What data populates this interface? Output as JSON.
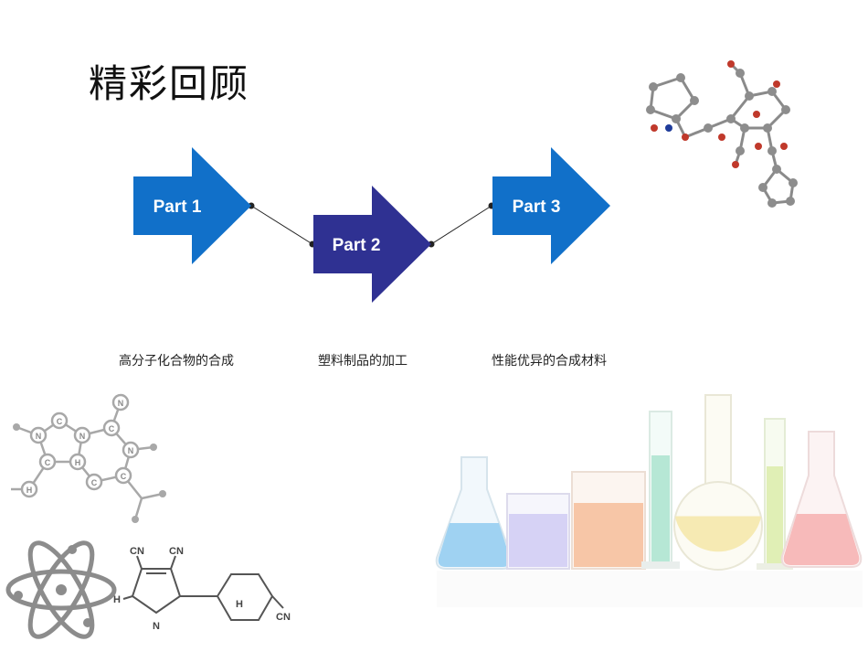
{
  "title": "精彩回顾",
  "parts": [
    {
      "label": "Part 1",
      "color": "#1170c9",
      "caption": "高分子化合物的合成"
    },
    {
      "label": "Part 2",
      "color": "#2f3192",
      "caption": "塑料制品的加工"
    },
    {
      "label": "Part 3",
      "color": "#1170c9",
      "caption": "性能优异的合成材料"
    }
  ],
  "molecule_labels": {
    "n": "N",
    "c": "C",
    "h": "H",
    "cn": "CN"
  },
  "colors": {
    "liquid_blue": "#7fc3ee",
    "liquid_lavender": "#c9c3f2",
    "liquid_orange": "#f5b48a",
    "liquid_teal": "#9edfc8",
    "liquid_yellow": "#f3e49a",
    "liquid_green": "#d6ea9d",
    "liquid_pink": "#f5a3a3"
  }
}
